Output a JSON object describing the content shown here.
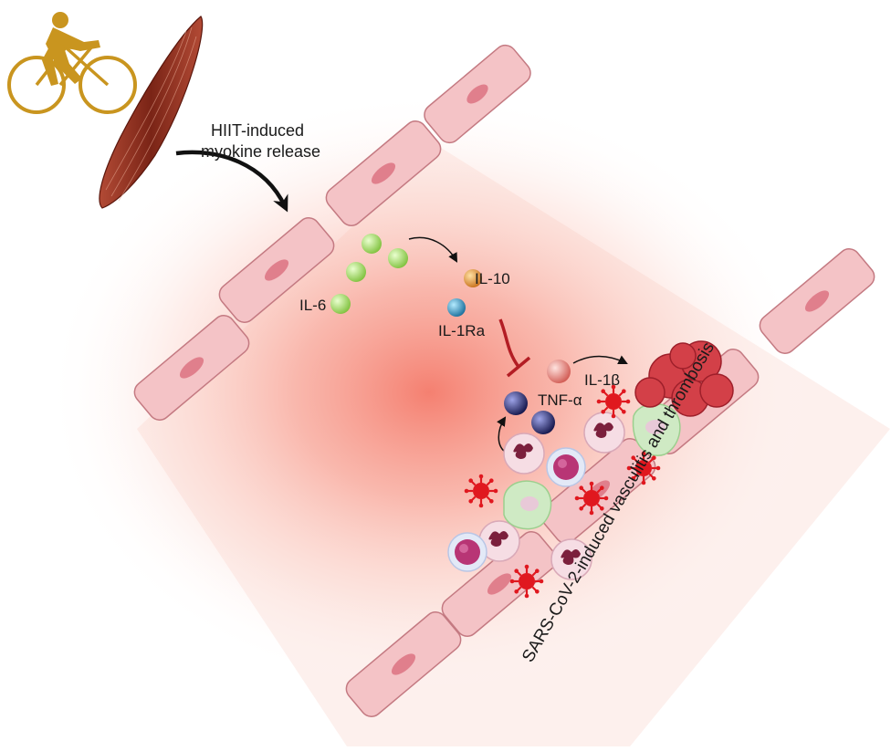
{
  "labels": {
    "myokine_line1": "HIIT-induced",
    "myokine_line2": "myokine release",
    "il6": "IL-6",
    "il10": "IL-10",
    "il1ra": "IL-1Ra",
    "il1b": "IL-1β",
    "tnfa": "TNF-α",
    "sars_caption": "SARS-CoV-2-induced vasculitis and thrombosis"
  },
  "colors": {
    "cycling": "#c9951f",
    "muscle": "#8e3325",
    "vessel_cell": "#f4c3c6",
    "vessel_stroke": "#c47a82",
    "nucleus": "#e07f8c",
    "lumen_glow": "#f47a6a",
    "il6": "#a9dd6c",
    "il10": "#e39a3a",
    "il1ra": "#3a9fc9",
    "il1b": "#e5837a",
    "tnfa": "#2d2f6e",
    "inhibition": "#b31d24",
    "virus": "#e0181f",
    "thrombus": "#d34048"
  },
  "icons": [
    "cyclist-icon",
    "muscle-icon",
    "arrow-icon",
    "virus-icon",
    "inhibition-icon"
  ]
}
